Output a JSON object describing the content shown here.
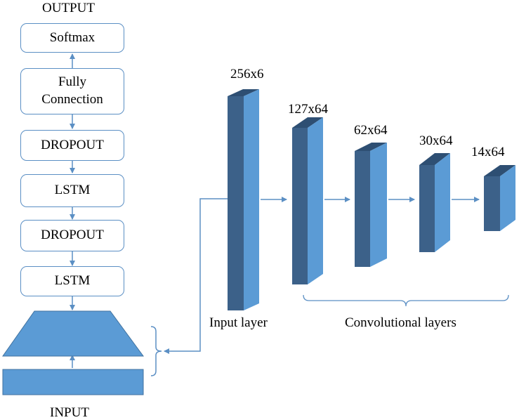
{
  "left_stack": {
    "output_label": "OUTPUT",
    "input_label": "INPUT",
    "boxes": {
      "softmax": "Softmax",
      "fully_connection_line1": "Fully",
      "fully_connection_line2": "Connection",
      "dropout_top": "DROPOUT",
      "lstm_top": "LSTM",
      "dropout_bottom": "DROPOUT",
      "lstm_bottom": "LSTM"
    }
  },
  "right_cnn": {
    "dimensions": [
      "256x6",
      "127x64",
      "62x64",
      "30x64",
      "14x64"
    ],
    "input_layer_label": "Input layer",
    "conv_layers_label": "Convolutional layers"
  },
  "colors": {
    "block_front": "#5b9bd5",
    "block_side": "#3c6189",
    "block_top": "#2e4f73",
    "line": "#5b8fc4"
  }
}
